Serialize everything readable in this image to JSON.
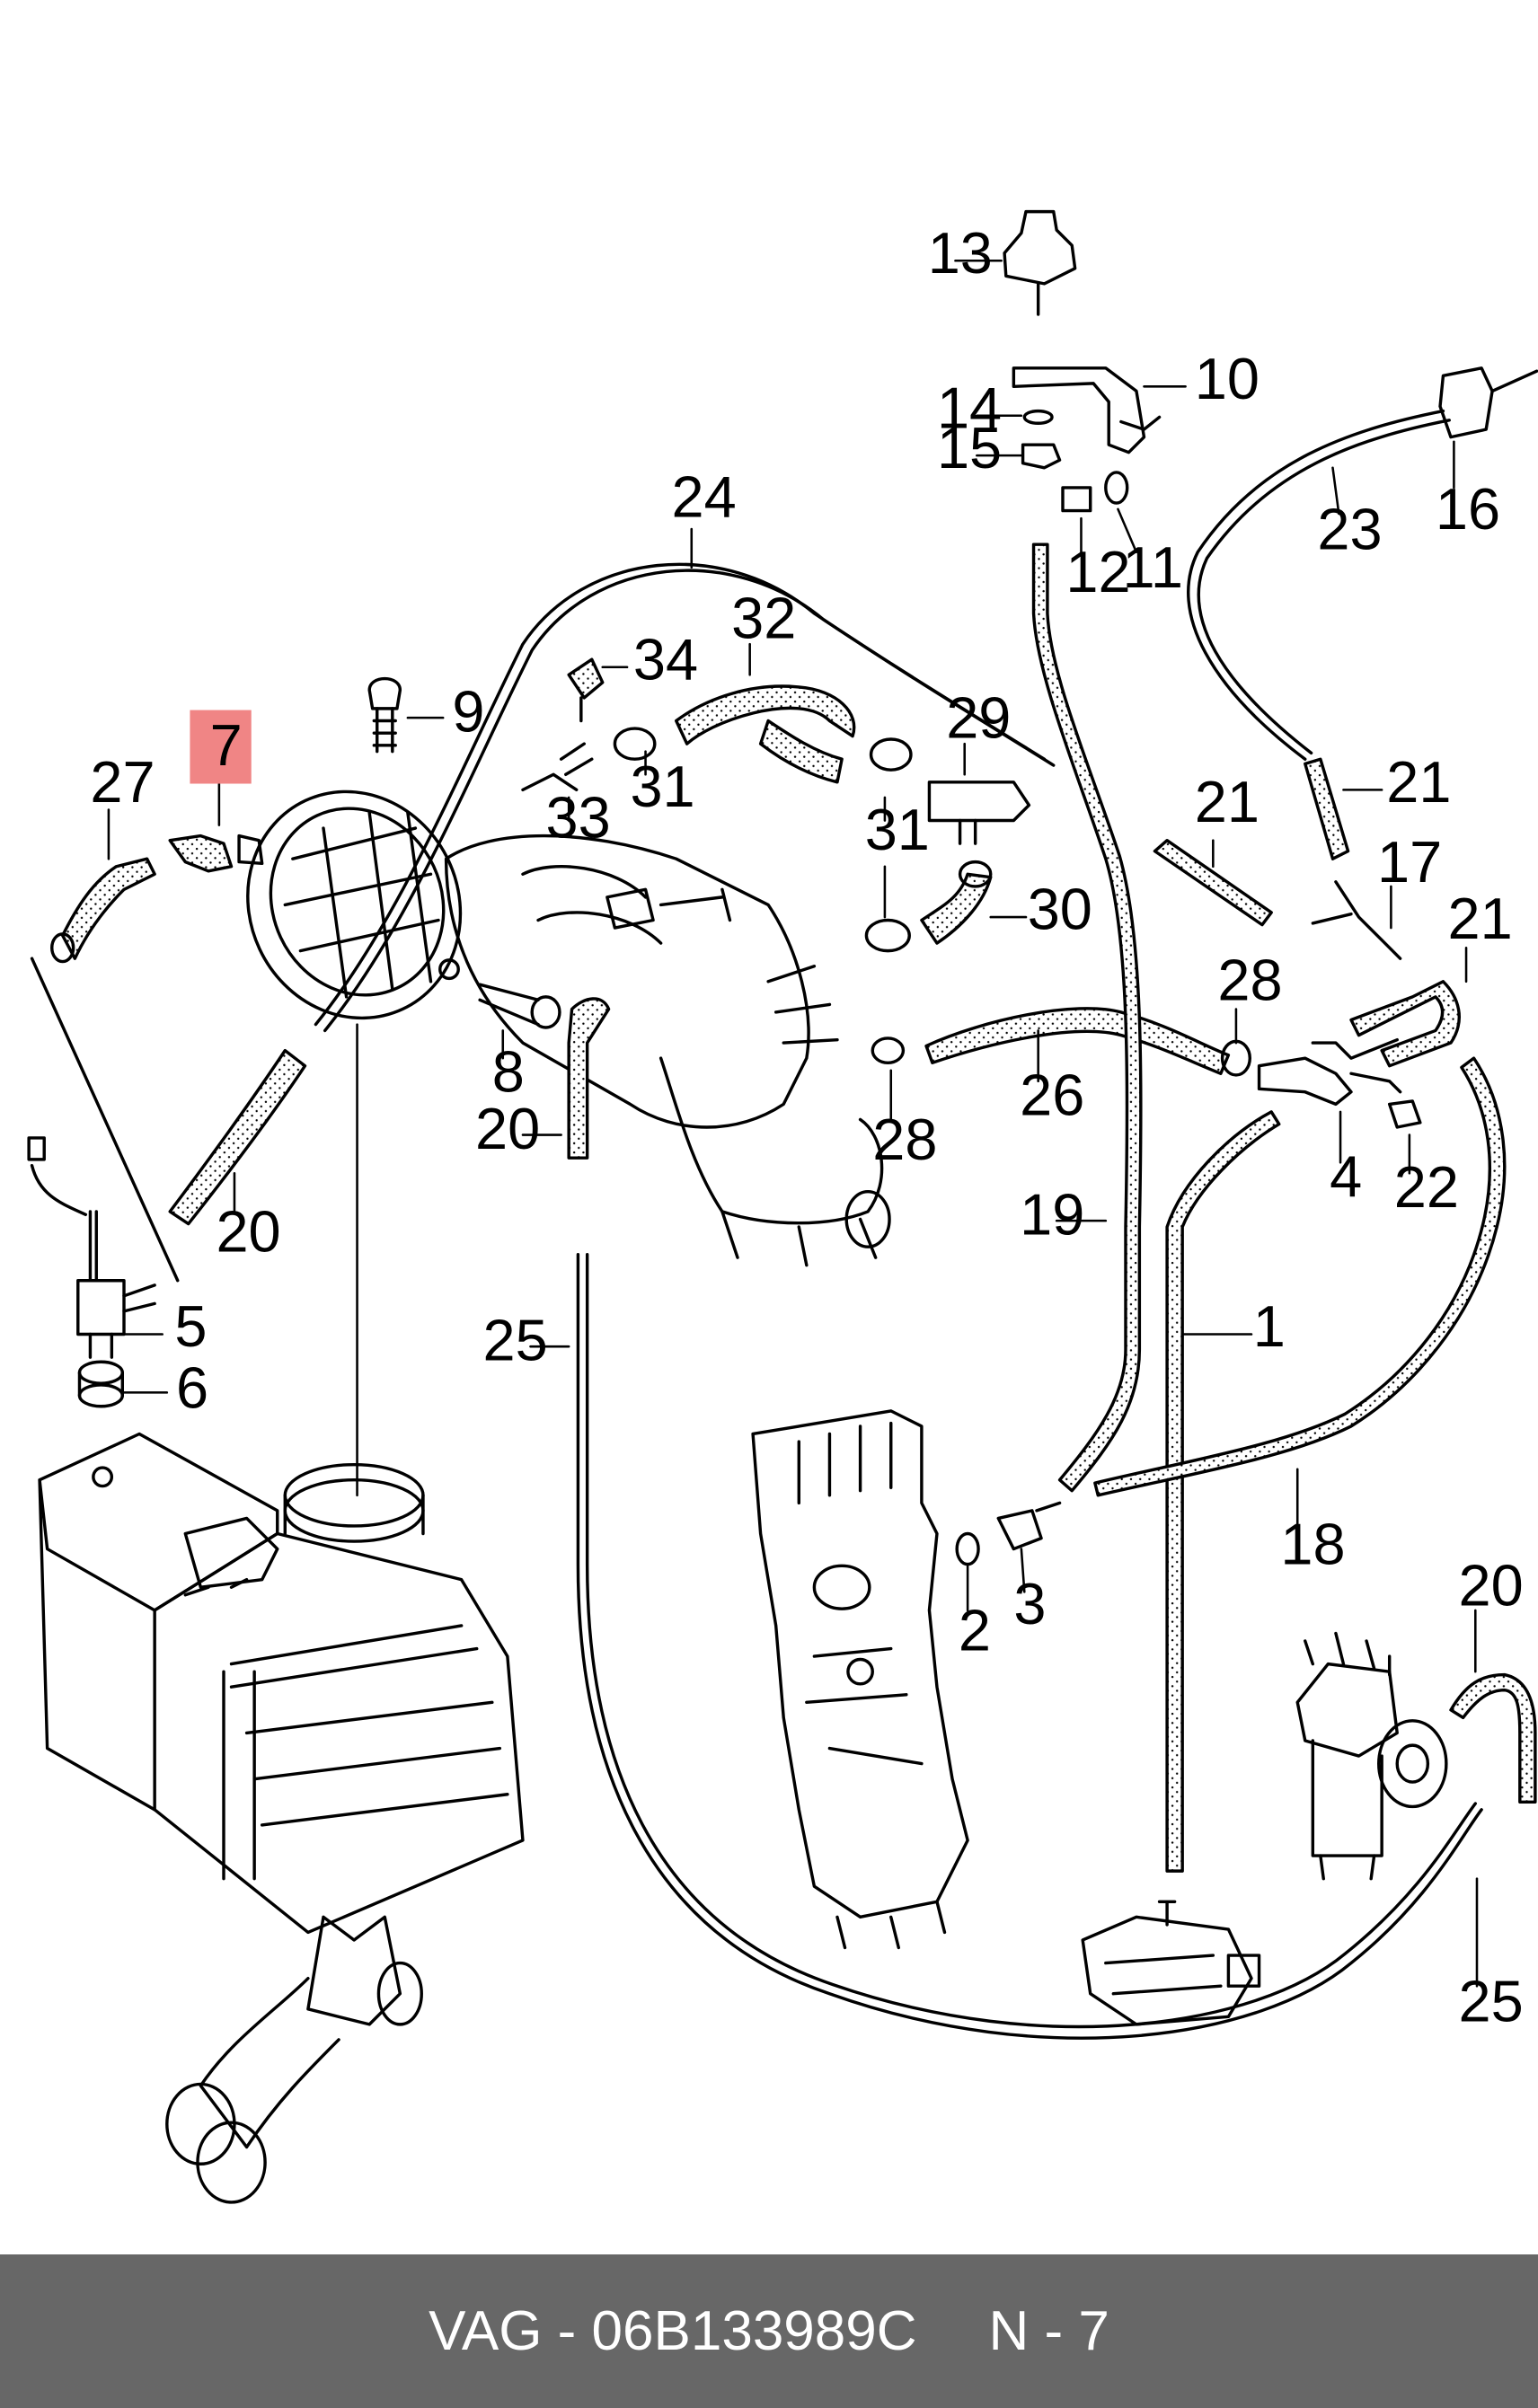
{
  "diagram": {
    "highlighted_callout": "7",
    "highlight_color": "#f08585",
    "callouts": [
      {
        "id": "c13",
        "text": "13"
      },
      {
        "id": "c10",
        "text": "10"
      },
      {
        "id": "c14",
        "text": "14"
      },
      {
        "id": "c15",
        "text": "15"
      },
      {
        "id": "c12",
        "text": "12"
      },
      {
        "id": "c11",
        "text": "11"
      },
      {
        "id": "c16",
        "text": "16"
      },
      {
        "id": "c23",
        "text": "23"
      },
      {
        "id": "c24",
        "text": "24"
      },
      {
        "id": "c32",
        "text": "32"
      },
      {
        "id": "c34",
        "text": "34"
      },
      {
        "id": "c9",
        "text": "9"
      },
      {
        "id": "c7",
        "text": "7"
      },
      {
        "id": "c27",
        "text": "27"
      },
      {
        "id": "c29",
        "text": "29"
      },
      {
        "id": "c31a",
        "text": "31"
      },
      {
        "id": "c33",
        "text": "33"
      },
      {
        "id": "c31b",
        "text": "31"
      },
      {
        "id": "c21a",
        "text": "21"
      },
      {
        "id": "c21b",
        "text": "21"
      },
      {
        "id": "c17",
        "text": "17"
      },
      {
        "id": "c21c",
        "text": "21"
      },
      {
        "id": "c30",
        "text": "30"
      },
      {
        "id": "c28a",
        "text": "28"
      },
      {
        "id": "c8",
        "text": "8"
      },
      {
        "id": "c20a",
        "text": "20"
      },
      {
        "id": "c26",
        "text": "26"
      },
      {
        "id": "c28b",
        "text": "28"
      },
      {
        "id": "c4",
        "text": "4"
      },
      {
        "id": "c22",
        "text": "22"
      },
      {
        "id": "c20b",
        "text": "20"
      },
      {
        "id": "c19",
        "text": "19"
      },
      {
        "id": "c5",
        "text": "5"
      },
      {
        "id": "c1",
        "text": "1"
      },
      {
        "id": "c25a",
        "text": "25"
      },
      {
        "id": "c6",
        "text": "6"
      },
      {
        "id": "c18",
        "text": "18"
      },
      {
        "id": "c2",
        "text": "2"
      },
      {
        "id": "c3",
        "text": "3"
      },
      {
        "id": "c20c",
        "text": "20"
      },
      {
        "id": "c25b",
        "text": "25"
      }
    ]
  },
  "footer": {
    "part_text": "VAG - 06B133989C",
    "ref_text": "N - 7",
    "background": "#676767"
  }
}
